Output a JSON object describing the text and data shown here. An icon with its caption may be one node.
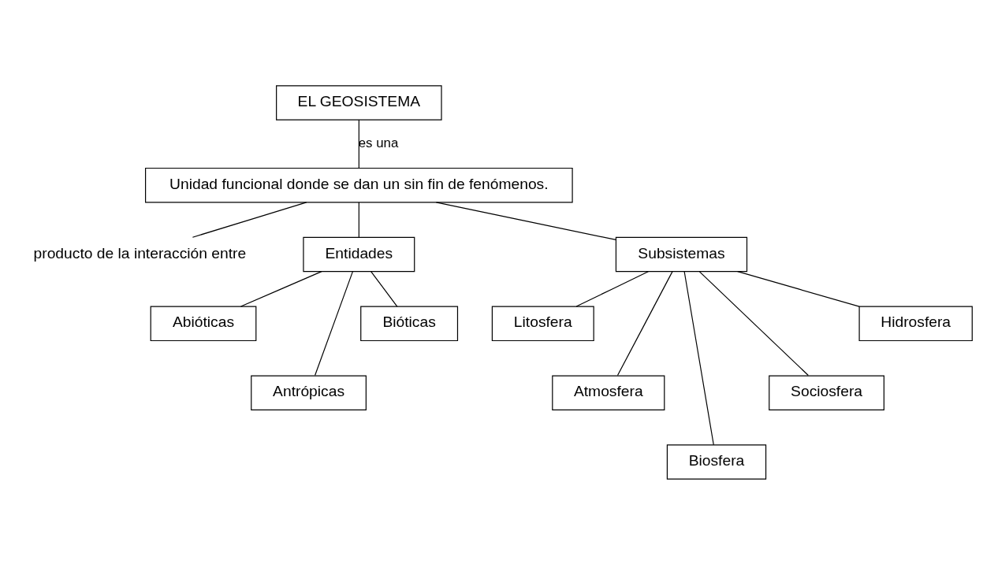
{
  "diagram": {
    "nodes": [
      {
        "text": [
          "EL GEOSISTEMA"
        ]
      },
      {
        "text": [
          "Unidad funcional donde se dan un sin fin de fenómenos."
        ]
      },
      {
        "text": [
          "producto de la interacción entre"
        ]
      },
      {
        "text": [
          "Entidades"
        ]
      },
      {
        "text": [
          "Subsistemas"
        ]
      },
      {
        "text": [
          "Abióticas"
        ]
      },
      {
        "text": [
          "Bióticas"
        ]
      },
      {
        "text": [
          "Antrópicas"
        ]
      },
      {
        "text": [
          "Litosfera"
        ]
      },
      {
        "text": [
          "Hidrosfera"
        ]
      },
      {
        "text": [
          "Atmosfera"
        ]
      },
      {
        "text": [
          "Sociosfera"
        ]
      },
      {
        "text": [
          "Biosfera"
        ]
      }
    ],
    "edges": [
      {
        "from": 0,
        "to": 1,
        "arrow": "none",
        "label": "es una"
      },
      {
        "from": 1,
        "to": 2,
        "arrow": "none"
      },
      {
        "from": 1,
        "to": 3,
        "arrow": "none"
      },
      {
        "from": 1,
        "to": 4,
        "arrow": "none"
      },
      {
        "from": 3,
        "to": 5,
        "arrow": "none"
      },
      {
        "from": 3,
        "to": 7,
        "arrow": "none"
      },
      {
        "from": 3,
        "to": 6,
        "arrow": "none"
      },
      {
        "from": 4,
        "to": 8,
        "arrow": "none"
      },
      {
        "from": 4,
        "to": 10,
        "arrow": "none"
      },
      {
        "from": 4,
        "to": 12,
        "arrow": "none"
      },
      {
        "from": 4,
        "to": 11,
        "arrow": "none"
      },
      {
        "from": 4,
        "to": 9,
        "arrow": "none"
      }
    ]
  }
}
